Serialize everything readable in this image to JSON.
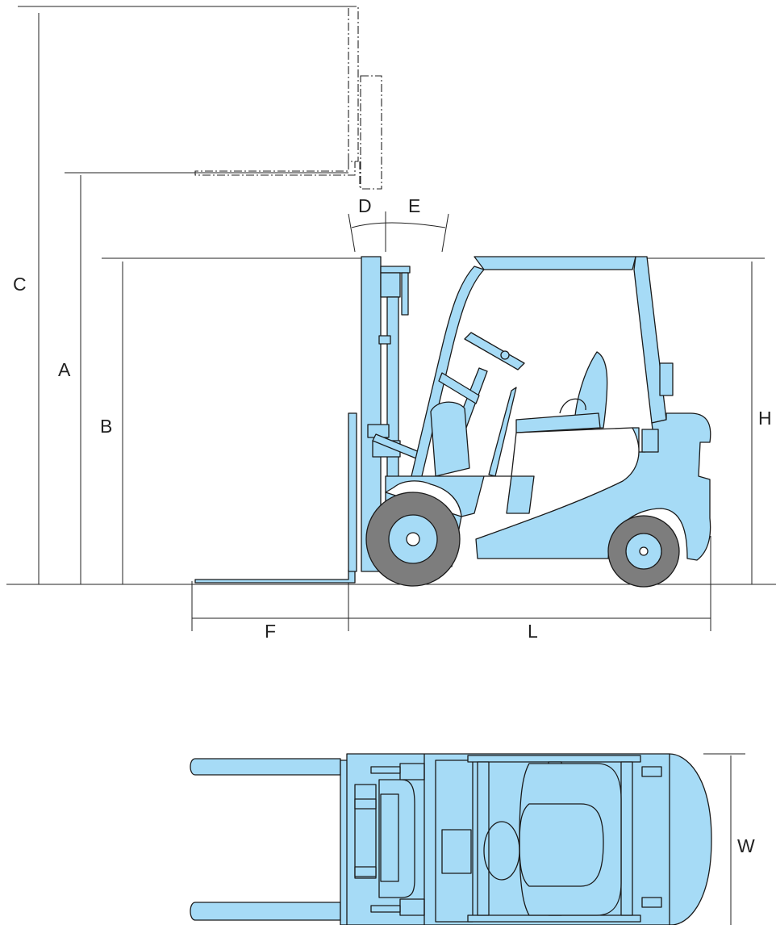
{
  "labels": {
    "C": "C",
    "A": "A",
    "B": "B",
    "D": "D",
    "E": "E",
    "H": "H",
    "F": "F",
    "L": "L",
    "W": "W"
  },
  "colors": {
    "body": "#a6dbf6",
    "outline": "#1a1a1a",
    "tire": "#7d7d7d",
    "hub": "#a6dbf6",
    "background": "#ffffff"
  }
}
